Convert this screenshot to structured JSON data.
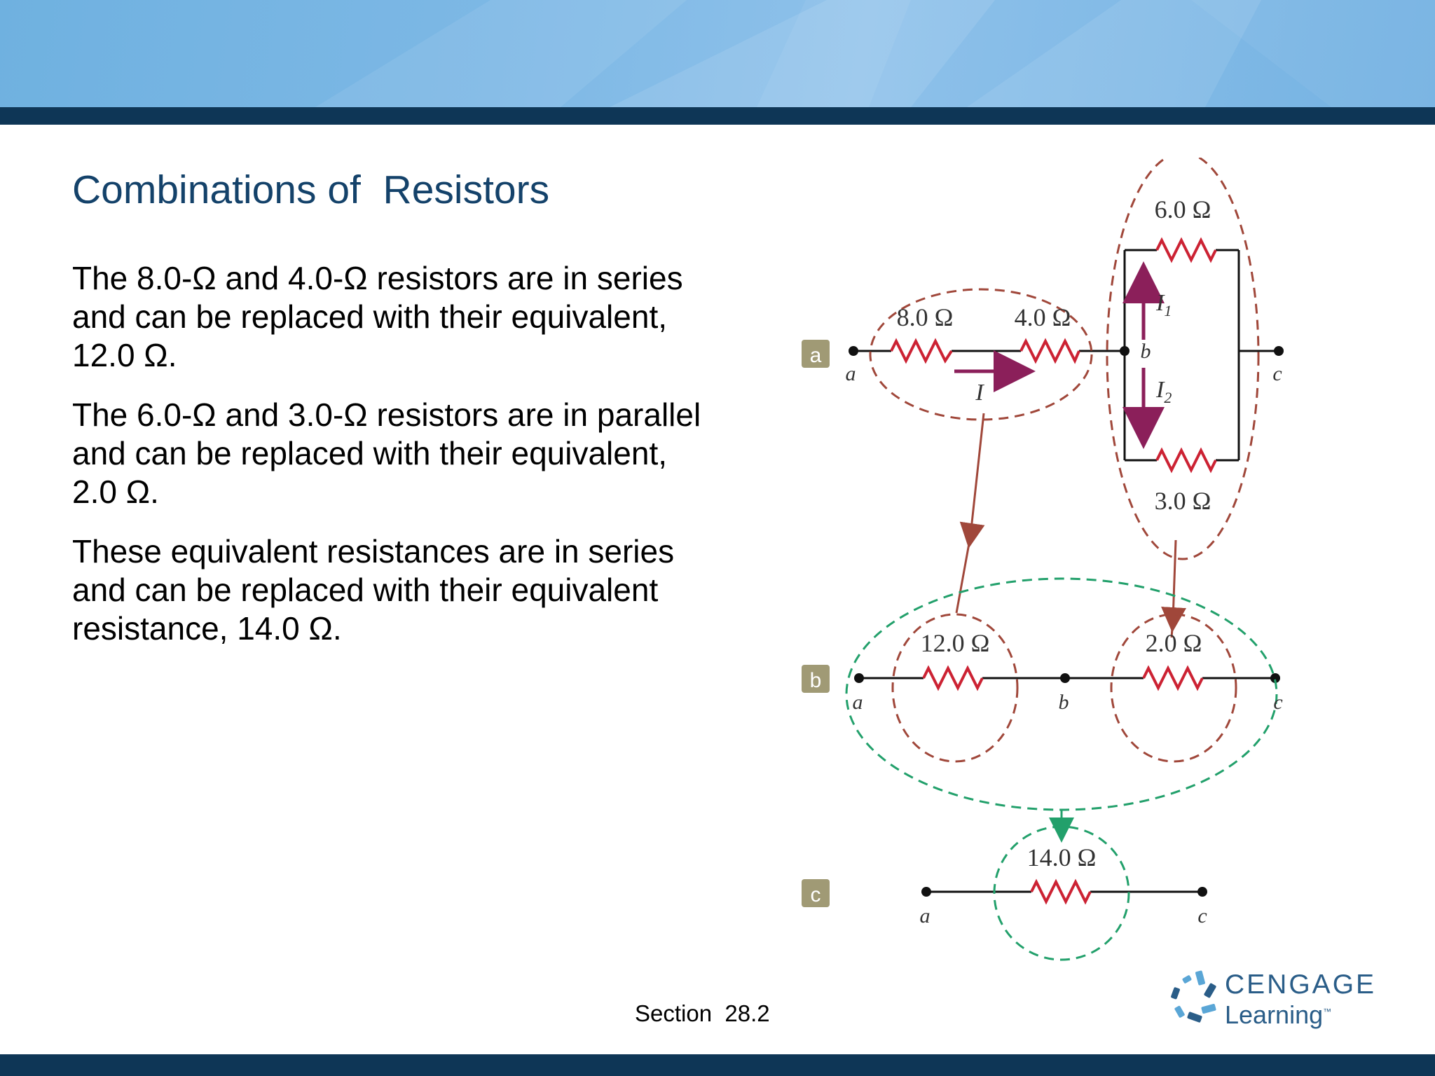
{
  "slide": {
    "title": "Combinations of  Resistors",
    "paragraphs": [
      "The 8.0-Ω and 4.0-Ω resistors are in series and can be replaced with their equivalent, 12.0 Ω.",
      "The 6.0-Ω and 3.0-Ω resistors are in parallel and can be replaced with their equivalent, 2.0 Ω.",
      "These equivalent resistances are in series and can be replaced with their equivalent resistance, 14.0 Ω."
    ],
    "section": "Section  28.2"
  },
  "diagram": {
    "panel_labels": {
      "a": "a",
      "b": "b",
      "c": "c"
    },
    "nodes": {
      "a": "a",
      "b": "b",
      "c": "c"
    },
    "resistors": {
      "r8": "8.0 Ω",
      "r4": "4.0 Ω",
      "r6": "6.0 Ω",
      "r3": "3.0 Ω",
      "r12": "12.0 Ω",
      "r2": "2.0 Ω",
      "r14": "14.0 Ω"
    },
    "currents": {
      "main": "I",
      "branch1": "I",
      "branch1_sub": "1",
      "branch2": "I",
      "branch2_sub": "2"
    }
  },
  "logo": {
    "line1": "CENGAGE",
    "line2": "Learning",
    "mark": "™"
  },
  "colors": {
    "title": "#14426a",
    "band": "#0e3656",
    "resistor": "#cc2233",
    "series_group": "#a0473a",
    "final_group": "#22a06b",
    "current_arrow": "#8b1f5a",
    "panel_badge": "#a09a75"
  }
}
